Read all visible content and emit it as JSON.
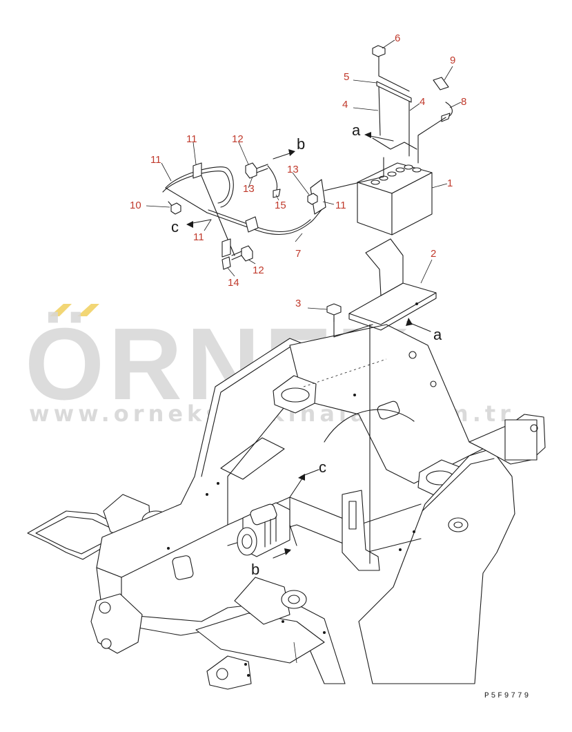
{
  "diagram": {
    "callouts": [
      {
        "id": "c1",
        "label": "1"
      },
      {
        "id": "c2",
        "label": "2"
      },
      {
        "id": "c3",
        "label": "3"
      },
      {
        "id": "c4a",
        "label": "4"
      },
      {
        "id": "c4b",
        "label": "4"
      },
      {
        "id": "c5",
        "label": "5"
      },
      {
        "id": "c6",
        "label": "6"
      },
      {
        "id": "c7",
        "label": "7"
      },
      {
        "id": "c8",
        "label": "8"
      },
      {
        "id": "c9",
        "label": "9"
      },
      {
        "id": "c10",
        "label": "10"
      },
      {
        "id": "c11a",
        "label": "11"
      },
      {
        "id": "c11b",
        "label": "11"
      },
      {
        "id": "c11c",
        "label": "11"
      },
      {
        "id": "c11d",
        "label": "11"
      },
      {
        "id": "c12a",
        "label": "12"
      },
      {
        "id": "c12b",
        "label": "12"
      },
      {
        "id": "c13a",
        "label": "13"
      },
      {
        "id": "c13b",
        "label": "13"
      },
      {
        "id": "c14",
        "label": "14"
      },
      {
        "id": "c15",
        "label": "15"
      }
    ],
    "view_markers": [
      {
        "id": "va1",
        "label": "a"
      },
      {
        "id": "va2",
        "label": "a"
      },
      {
        "id": "vb1",
        "label": "b"
      },
      {
        "id": "vb2",
        "label": "b"
      },
      {
        "id": "vc1",
        "label": "c"
      },
      {
        "id": "vc2",
        "label": "c"
      }
    ],
    "drawing_code": "P5F9779"
  },
  "watermark": {
    "brand": "ÖRNEK",
    "url": "www.orneksmakinalari.com.tr",
    "accent_color": "#f2d675",
    "text_color": "#d7d7d7"
  },
  "colors": {
    "line": "#1a1a1a",
    "callout": "#c0392b",
    "background": "#ffffff"
  }
}
